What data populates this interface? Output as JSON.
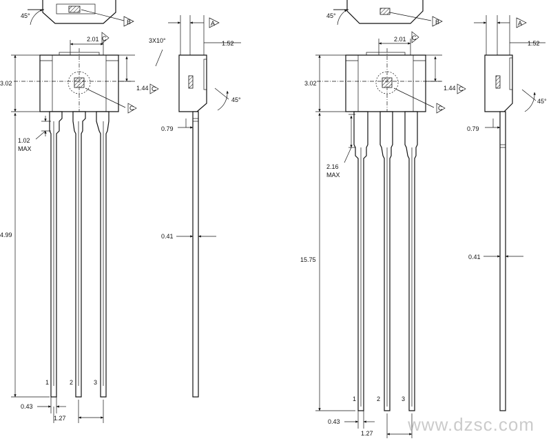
{
  "left_package": {
    "dims": {
      "angle_top": "45°",
      "width_body": "2.01",
      "width_body_ref": "C",
      "height_body": "3.02",
      "sensor_offset": "1.44",
      "sensor_offset_ref": "C",
      "lead_max": "1.02",
      "lead_max_suffix": "MAX",
      "lead_length": "4.99",
      "lead_width": "0.43",
      "pitch": "1.27",
      "side_angle": "3X10°",
      "side_thickness": "1.52",
      "side_ref": "A",
      "side_lead_offset": "0.79",
      "side_lead_thickness": "0.41",
      "side_chamfer": "45°",
      "top_ref_b": "B",
      "center_ref_c": "C"
    },
    "pins": [
      "1",
      "2",
      "3"
    ]
  },
  "right_package": {
    "dims": {
      "angle_top": "45°",
      "width_body": "2.01",
      "width_body_ref": "C",
      "height_body": "3.02",
      "sensor_offset": "1.44",
      "sensor_offset_ref": "C",
      "lead_max": "2.16",
      "lead_max_suffix": "MAX",
      "lead_length": "15.75",
      "lead_width": "0.43",
      "pitch": "1.27",
      "side_thickness": "1.52",
      "side_ref": "A",
      "side_lead_offset": "0.79",
      "side_lead_thickness": "0.41",
      "side_chamfer": "45°",
      "top_ref_b": "B",
      "center_ref_c": "C"
    },
    "pins": [
      "1",
      "2",
      "3"
    ]
  },
  "watermark": "www.dzsc.com"
}
